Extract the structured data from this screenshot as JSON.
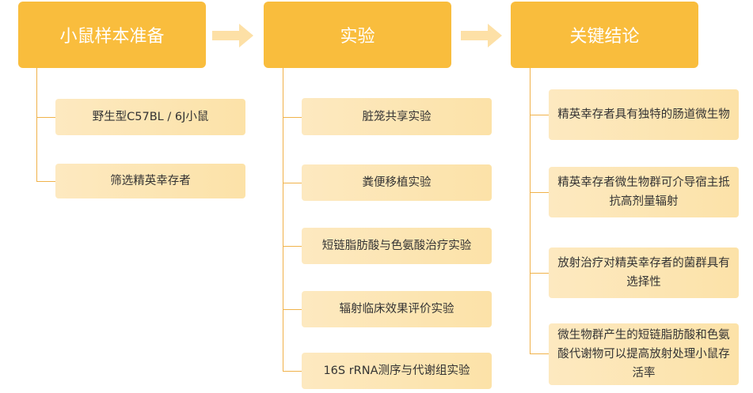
{
  "columns": [
    {
      "title": "小鼠样本准备",
      "items": [
        "野生型C57BL / 6J小鼠",
        "筛选精英幸存者"
      ]
    },
    {
      "title": "实验",
      "items": [
        "脏笼共享实验",
        "粪便移植实验",
        "短链脂肪酸与色氨酸治疗实验",
        "辐射临床效果评价实验",
        "16S rRNA测序与代谢组实验"
      ]
    },
    {
      "title": "关键结论",
      "items": [
        "精英幸存者具有独特的肠道微生物",
        "精英幸存者微生物群可介导宿主抵抗高剂量辐射",
        "放射治疗对精英幸存者的菌群具有选择性",
        "微生物群产生的短链脂肪酸和色氨酸代谢物可以提高放射处理小鼠存活率"
      ]
    }
  ],
  "colors": {
    "header": "#f9bd3d",
    "item": "#fde8bc",
    "line": "#f0b24a",
    "arrow": "#fde0a6"
  },
  "icons": [
    "arrow-right-icon",
    "arrow-right-icon"
  ]
}
